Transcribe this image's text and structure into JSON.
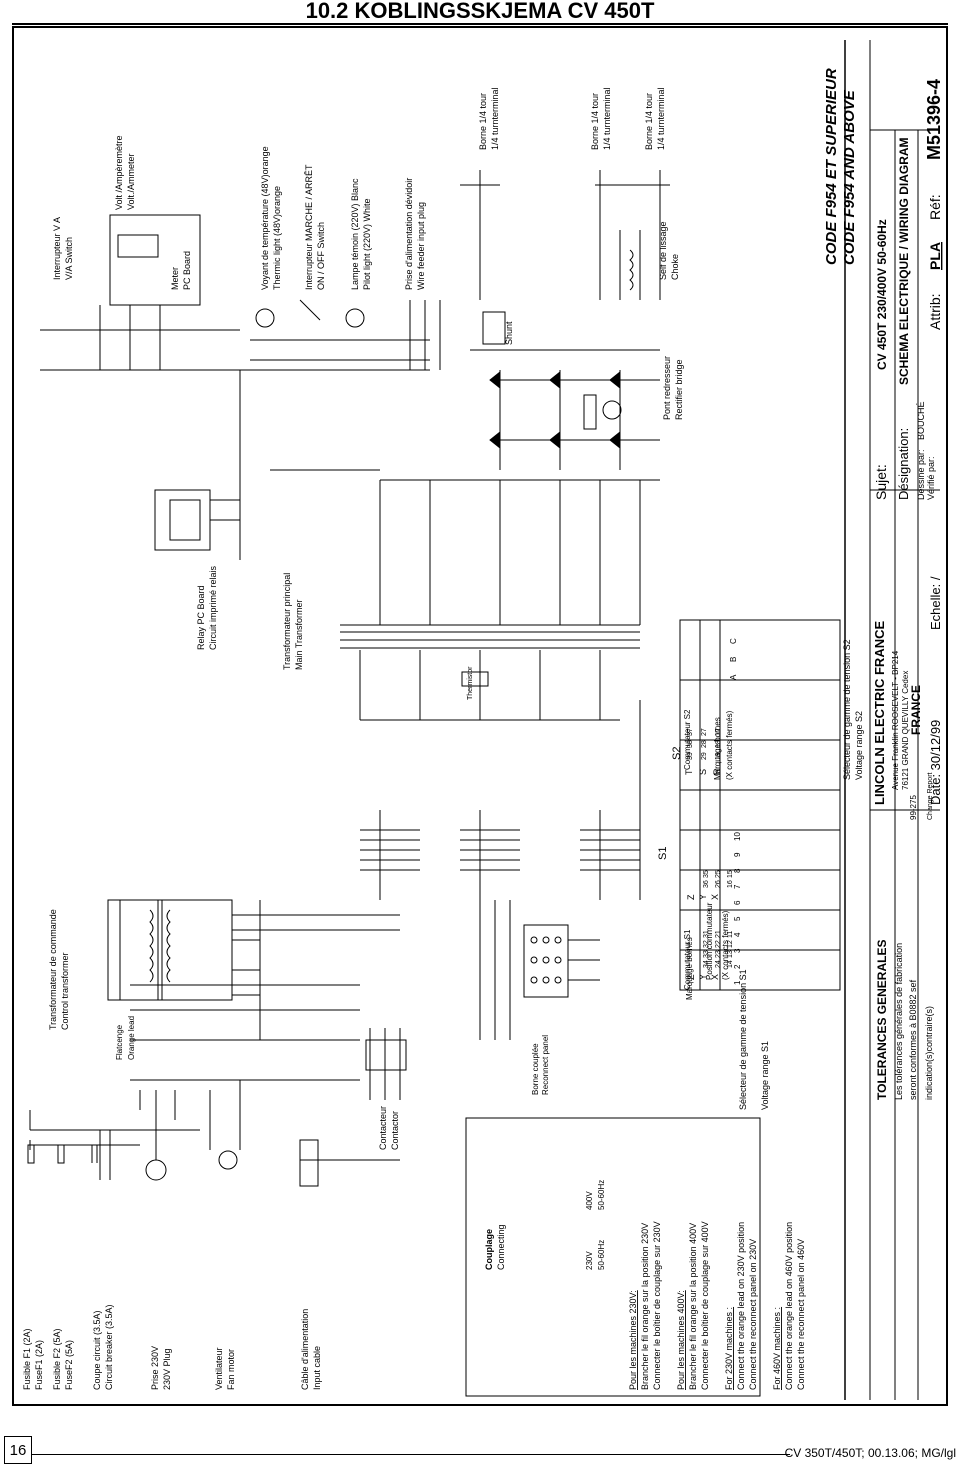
{
  "header": {
    "title": "10.2 KOBLINGSSKJEMA CV 450T"
  },
  "footer": {
    "page_number": "16",
    "reference": "CV 350T/450T; 00.13.06; MG/lgl"
  },
  "title_block": {
    "code_1": "CODE F954 ET SUPERIEUR",
    "code_2": "CODE F954 AND ABOVE",
    "subject_label": "Sujet:",
    "subject_value": "CV 450T   230/400V   50-60Hz",
    "designation_label": "Désignation:",
    "designation_value": "SCHEMA ELECTRIQUE / WIRING DIAGRAM",
    "drawn_by_label": "Dessiné par:",
    "drawn_by_value": "BOUCHÉ",
    "checked_by_label": "Vérifié par:",
    "attrib_label": "Attrib:",
    "attrib_value": "PLA",
    "ref_label": "Réf:",
    "ref_value": "M51396-4",
    "company": "LINCOLN ELECTRIC FRANCE",
    "address_1": "Avenue Franklin ROOSEVELT - BP214",
    "address_2": "76121 GRAND QUEVILLY Cedex",
    "country": "FRANCE",
    "date": "Date: 30/12/99",
    "scale": "Echelle:  /",
    "tolerances_title": "TOLERANCES GENERALES",
    "tolerances_1": "Les tolérances générales de fabrication",
    "tolerances_2": "seront conformes à B0882 sef",
    "tolerances_3": "indication(s)contraire(s)",
    "change_number": "99-275",
    "change_report": "Change Report"
  },
  "legend": {
    "f1_fr": "Fusible F1 (2A)",
    "f1_en": "FuseF1 (2A)",
    "f2_fr": "Fusible F2 (5A)",
    "f2_en": "FuseF2 (5A)",
    "cb_fr": "Coupe circuit (3.5A)",
    "cb_en": "Circuit breaker (3.5A)",
    "plug_fr": "Prise 230V",
    "plug_en": "230V Plug",
    "fan_fr": "Ventilateur",
    "fan_en": "Fan motor",
    "cable_fr": "Câble d'alimentation",
    "cable_en": "Input cable",
    "contactor_fr": "Contacteur",
    "contactor_en": "Contactor",
    "ctrl_tr_fr": "Transformateur de commande",
    "ctrl_tr_en": "Control transformer",
    "flat_fr": "Flatcenge",
    "orange_lead": "Orange lead",
    "reconnect_fr": "Borne couplée",
    "reconnect_en": "Reconnect panel",
    "relay_fr": "Relay PC Board",
    "relay_en": "Circuit imprimé relais",
    "main_tr_fr": "Transformateur principal",
    "main_tr_en": "Main Transformer",
    "thermistor": "Thermistor",
    "s1_fr": "Sélecteur de gamme de tension S1",
    "s1_en": "Voltage range S1",
    "s2_fr": "Sélecteur de gamme de tension S2",
    "s2_en": "Voltage range S2",
    "commutateur_s1": "Commutateur S1",
    "commutateur_s2": "Commutateur S2",
    "s1": "S1",
    "s2": "S2",
    "va_switch_fr": "Interrupteur V A",
    "va_switch_en": "V/A Switch",
    "meter_fr": "Volt /Ampèremètre",
    "meter_en": "Volt./Ammeter",
    "meter_board": "Meter",
    "pc_board": "PC Board",
    "thermic_fr": "Voyant de température (48V)orange",
    "thermic_en": "Thermic light (48V)orange",
    "onoff_fr": "Interrupteur MARCHE / ARRÊT",
    "onoff_en": "ON / OFF Switch",
    "pilot_fr": "Lampe témoin (220V) Blanc",
    "pilot_en": "Pilot light (220V) White",
    "feeder_fr": "Prise d'alimentation dévidoir",
    "feeder_en": "Wire feeder input plug",
    "shunt": "Shunt",
    "bridge_fr": "Pont redresseur",
    "bridge_en": "Rectifier bridge",
    "choke_fr": "Self de lissage",
    "choke_en": "Choke",
    "term1_fr": "Borne 1/4 tour",
    "term1_en": "1/4 turnterminal",
    "term2_fr": "Borne 1/4 tour",
    "term2_en": "1/4 turnterminal",
    "term3_fr": "Borne 1/4 tour",
    "term3_en": "1/4 turnterminal",
    "coupling_fr": "Couplage",
    "coupling_en": "Connecting",
    "v230": "230V",
    "hz230": "50-60Hz",
    "v400": "400V",
    "hz400": "50-60Hz",
    "note_230_fr_title": "Pour les machines 230V:",
    "note_230_fr_1": "Brancher le fil orange sur la position 230V",
    "note_230_fr_2": "Connecter le boîtier de couplage sur 230V",
    "note_400_fr_title": "Pour les machines 400V:",
    "note_400_fr_1": "Brancher le fil orange sur la position 400V",
    "note_400_fr_2": "Connecter le boîtier de couplage sur 400V",
    "note_230_en_title": "For 230V machines :",
    "note_230_en_1": "Connect the orange lead on 230V position",
    "note_230_en_2": "Connect the reconnect panel on 230V",
    "note_460_en_title": "For 460V machines :",
    "note_460_en_1": "Connect the orange lead on 460V position",
    "note_460_en_2": "Connect the reconnect panel on 460V"
  },
  "switch_table": {
    "title": "Position commutateur",
    "contacts_note": "(X contacts fermés)",
    "marking_label": "Marquage bornes",
    "positions": [
      "1",
      "2",
      "3",
      "4",
      "5",
      "6",
      "7",
      "8",
      "9",
      "10"
    ],
    "rows": [
      {
        "label": "Z",
        "terms": [
          "34",
          "33",
          "32",
          "31"
        ]
      },
      {
        "label": "Y",
        "terms": [
          "24",
          "23",
          "22",
          "21"
        ]
      },
      {
        "label": "X",
        "terms": [
          "14",
          "13",
          "12",
          "11"
        ]
      },
      {
        "label": "Z",
        "terms": [
          "36",
          "35"
        ]
      },
      {
        "label": "Y",
        "terms": [
          "26",
          "25"
        ]
      },
      {
        "label": "X",
        "terms": [
          "16",
          "15"
        ]
      }
    ]
  },
  "s2_table": {
    "rows": [
      {
        "label": "T",
        "terms": [
          "39",
          "38",
          "37"
        ]
      },
      {
        "label": "S",
        "terms": [
          "29",
          "28",
          "27"
        ]
      },
      {
        "label": "R",
        "terms": [
          "19",
          "18",
          "17"
        ]
      }
    ],
    "marking_label": "Marquage bornes",
    "abc": [
      "A",
      "B",
      "C"
    ],
    "footer": "(X contacts fermés)"
  }
}
